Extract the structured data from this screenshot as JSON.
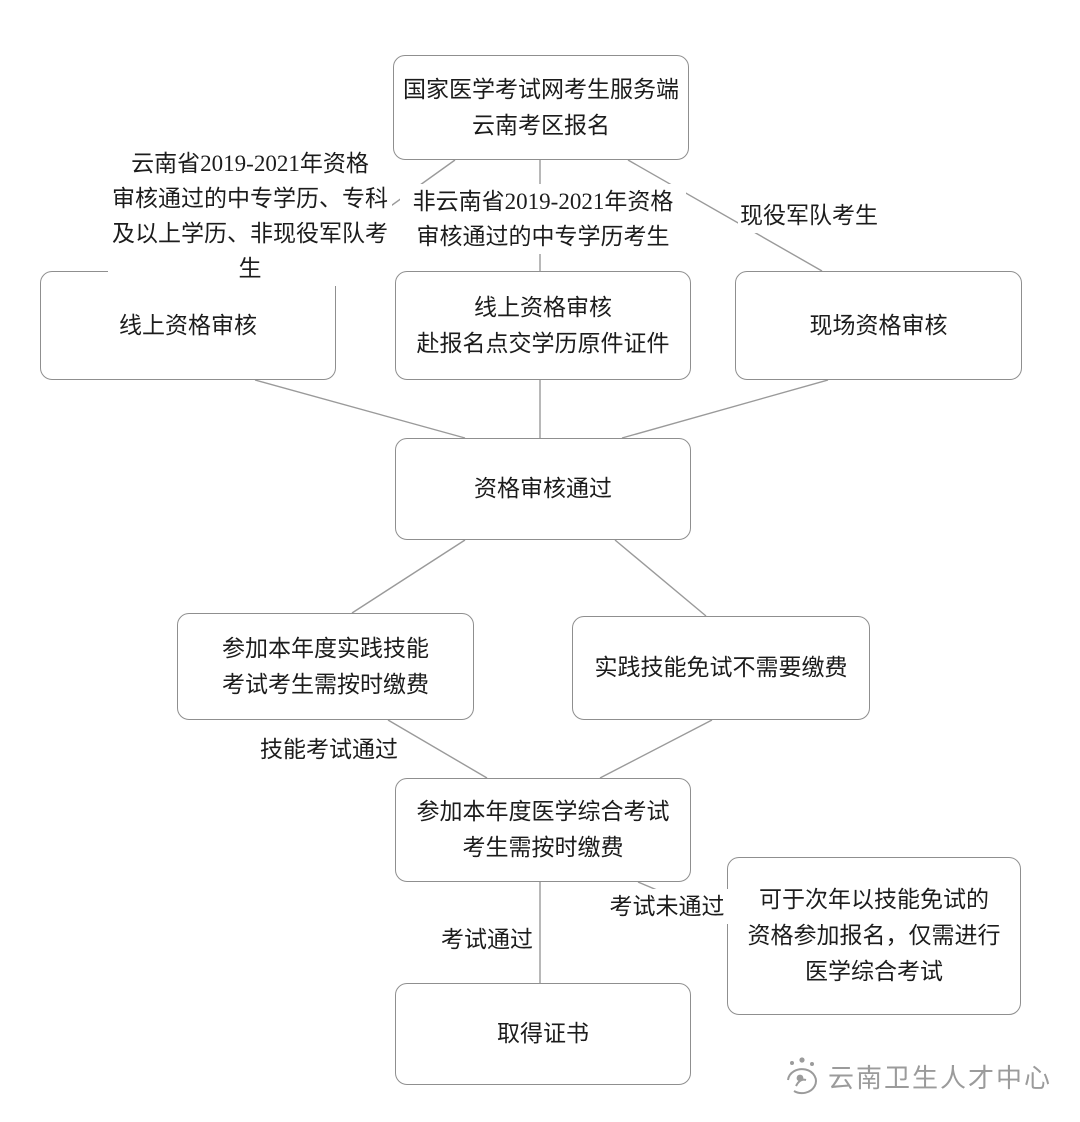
{
  "diagram": {
    "nodes": {
      "start": {
        "lines": [
          "国家医学考试网考生服务端",
          "云南考区报名"
        ]
      },
      "online_review": {
        "lines": [
          "线上资格审核"
        ]
      },
      "online_review_submit": {
        "lines": [
          "线上资格审核",
          "赴报名点交学历原件证件"
        ]
      },
      "onsite_review": {
        "lines": [
          "现场资格审核"
        ]
      },
      "review_passed": {
        "lines": [
          "资格审核通过"
        ]
      },
      "practical_exam": {
        "lines": [
          "参加本年度实践技能",
          "考试考生需按时缴费"
        ]
      },
      "practical_exempt": {
        "lines": [
          "实践技能免试不需要缴费"
        ]
      },
      "comprehensive_exam": {
        "lines": [
          "参加本年度医学综合考试",
          "考生需按时缴费"
        ]
      },
      "retry_next_year": {
        "lines": [
          "可于次年以技能免试的",
          "资格参加报名，仅需进行",
          "医学综合考试"
        ]
      },
      "certificate": {
        "lines": [
          "取得证书"
        ]
      }
    },
    "edge_labels": {
      "left_branch": [
        "云南省2019-2021年资格",
        "审核通过的中专学历、专科",
        "及以上学历、非现役军队考生"
      ],
      "middle_branch": [
        "非云南省2019-2021年资格",
        "审核通过的中专学历考生"
      ],
      "right_branch": "现役军队考生",
      "skill_passed": "技能考试通过",
      "exam_passed": "考试通过",
      "exam_failed": "考试未通过"
    },
    "watermark": "云南卫生人才中心",
    "colors": {
      "line": "#9a9a9a",
      "border": "#8f8f8f",
      "watermark": "#9b9b9b"
    }
  }
}
